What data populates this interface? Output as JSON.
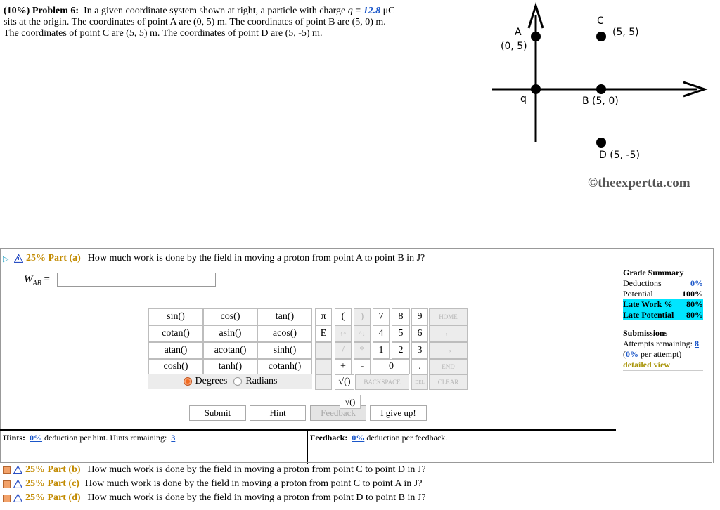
{
  "problem": {
    "label": "(10%) Problem 6:",
    "line1_pre": "In a given coordinate system shown at right, a particle with charge",
    "q_symbol": "q",
    "equals": " = ",
    "q_value": "12.8",
    "q_unit": " μC",
    "line2": "sits at the origin. The coordinates of point A are (0, 5) m. The coordinates of point B are (5, 0) m.",
    "line3": "The coordinates of point C are (5, 5) m. The coordinates of point D are (5, -5) m."
  },
  "diagram": {
    "label_a": "A",
    "coord_a": "(0, 5)",
    "label_c": "C",
    "coord_c": "(5, 5)",
    "label_q": "q",
    "label_b": "B (5, 0)",
    "label_d": "D  (5, -5)",
    "watermark": "©theexpertta.com"
  },
  "part_a": {
    "tag": "25% Part (a)",
    "question": "How much work is done by the field in moving a proton from point A to point B in J?",
    "var_main": "W",
    "var_sub": "AB",
    "equals": " = ",
    "answer_value": ""
  },
  "keypad": {
    "funcs": [
      "sin()",
      "cos()",
      "tan()",
      "cotan()",
      "asin()",
      "acos()",
      "atan()",
      "acotan()",
      "sinh()",
      "cosh()",
      "tanh()",
      "cotanh()"
    ],
    "pi": "π",
    "lparen": "(",
    "rparen": ")",
    "e": "E",
    "up": "↑^",
    "down": "^↓",
    "div": "/",
    "mul": "*",
    "plus": "+",
    "minus": "-",
    "sqrt": "√()",
    "backspace": "BACKSPACE",
    "del": "DEL",
    "clear": "CLEAR",
    "home": "HOME",
    "left": "←",
    "right": "→",
    "end": "END",
    "digits": [
      "7",
      "8",
      "9",
      "4",
      "5",
      "6",
      "1",
      "2",
      "3",
      "0",
      "."
    ],
    "degrees": "Degrees",
    "radians": "Radians"
  },
  "buttons": {
    "submit": "Submit",
    "hint": "Hint",
    "feedback": "Feedback",
    "give_up": "I give up!",
    "tooltip": "√()"
  },
  "grade": {
    "title": "Grade Summary",
    "deductions_label": "Deductions",
    "deductions_value": "0%",
    "potential_label": "Potential",
    "potential_value": "100%",
    "late_work_label": "Late Work %",
    "late_work_value": "80%",
    "late_potential_label": "Late Potential",
    "late_potential_value": "80%",
    "submissions_title": "Submissions",
    "attempts_label": "Attempts remaining:",
    "attempts_value": "8",
    "per_attempt_value": "0%",
    "per_attempt_label": " per attempt)",
    "detailed_view": "detailed view"
  },
  "hints": {
    "label": "Hints:",
    "value": "0%",
    "text": " deduction per hint. Hints remaining: ",
    "remaining": "3"
  },
  "feedback": {
    "label": "Feedback:",
    "value": "0%",
    "text": " deduction per feedback."
  },
  "other_parts": [
    {
      "tag": "25% Part (b)",
      "question": "How much work is done by the field in moving a proton from point C to point D in J?"
    },
    {
      "tag": "25% Part (c)",
      "question": "How much work is done by the field in moving a proton from point C to point A in J?"
    },
    {
      "tag": "25% Part (d)",
      "question": "How much work is done by the field in moving a proton from point D to point B in J?"
    }
  ],
  "colors": {
    "accent": "#1a56c9",
    "part_tag": "#c28a00",
    "highlight": "#00e5ff",
    "radio_on": "#f26b21"
  }
}
